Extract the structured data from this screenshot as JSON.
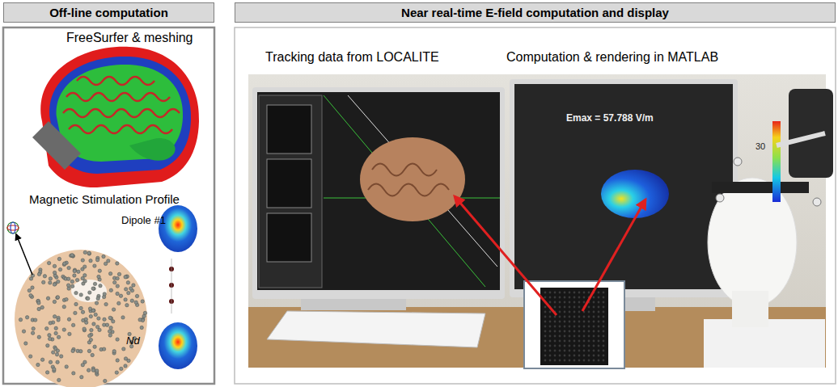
{
  "diagram": {
    "nodes": [
      {
        "text": [
          "Off-line computation"
        ]
      },
      {
        "text": [
          "Near real-time E-field computation and display"
        ]
      }
    ],
    "labels": [
      "FreeSurfer & meshing",
      "Magnetic Stimulation Profile",
      "Dipole #1",
      "Nd",
      "Tracking data from LOCALITE",
      "Computation & rendering in MATLAB",
      "Emax = 57.788 V/m",
      "30"
    ]
  }
}
